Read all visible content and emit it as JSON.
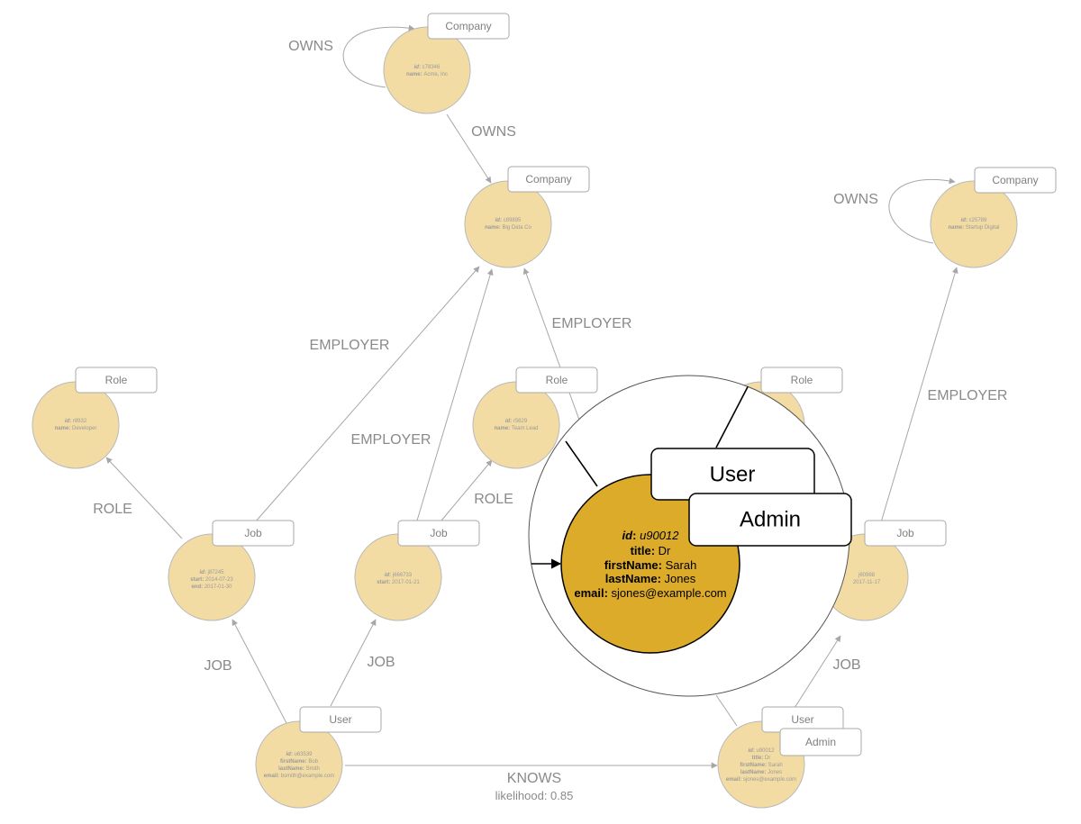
{
  "nodes": {
    "acme": {
      "labels": [
        "Company"
      ],
      "props": [
        {
          "k": "id",
          "v": "c78346",
          "italic": true
        },
        {
          "k": "name",
          "v": "Acme, Inc"
        }
      ]
    },
    "bigdata": {
      "labels": [
        "Company"
      ],
      "props": [
        {
          "k": "id",
          "v": "c89895",
          "italic": true
        },
        {
          "k": "name",
          "v": "Big Data Co"
        }
      ]
    },
    "startup": {
      "labels": [
        "Company"
      ],
      "props": [
        {
          "k": "id",
          "v": "c25789",
          "italic": true
        },
        {
          "k": "name",
          "v": "Startup Digital"
        }
      ]
    },
    "role_dev": {
      "labels": [
        "Role"
      ],
      "props": [
        {
          "k": "id",
          "v": "r8932",
          "italic": true
        },
        {
          "k": "name",
          "v": "Developer"
        }
      ]
    },
    "role_lead": {
      "labels": [
        "Role"
      ],
      "props": [
        {
          "k": "id",
          "v": "r5629",
          "italic": true
        },
        {
          "k": "name",
          "v": "Team Lead"
        }
      ]
    },
    "role_3": {
      "labels": [
        "Role"
      ],
      "props": []
    },
    "job1": {
      "labels": [
        "Job"
      ],
      "props": [
        {
          "k": "id",
          "v": "j87245",
          "italic": true
        },
        {
          "k": "start",
          "v": "2014-07-23"
        },
        {
          "k": "end",
          "v": "2017-01-30"
        }
      ]
    },
    "job2": {
      "labels": [
        "Job"
      ],
      "props": [
        {
          "k": "id",
          "v": "j666733",
          "italic": true
        },
        {
          "k": "start",
          "v": "2017-01-21"
        }
      ]
    },
    "job3": {
      "labels": [
        "Job"
      ],
      "props": [
        {
          "k": "",
          "v": "j60988"
        },
        {
          "k": "",
          "v": "2017-11-17"
        }
      ]
    },
    "bob": {
      "labels": [
        "User"
      ],
      "props": [
        {
          "k": "id",
          "v": "u63539",
          "italic": true
        },
        {
          "k": "firstName",
          "v": "Bob"
        },
        {
          "k": "lastName",
          "v": "Smith"
        },
        {
          "k": "email",
          "v": "bsmith@example.com"
        }
      ]
    },
    "sarah": {
      "labels": [
        "User",
        "Admin"
      ],
      "props": [
        {
          "k": "id",
          "v": "u90012",
          "italic": true
        },
        {
          "k": "title",
          "v": "Dr"
        },
        {
          "k": "firstName",
          "v": "Sarah"
        },
        {
          "k": "lastName",
          "v": "Jones"
        },
        {
          "k": "email",
          "v": "sjones@example.com"
        }
      ]
    }
  },
  "relationships": {
    "owns_acme_self": "OWNS",
    "owns_acme_bigdata": "OWNS",
    "owns_startup_self": "OWNS",
    "employer_job1": "EMPLOYER",
    "employer_job2": "EMPLOYER",
    "employer_job3_bigdata": "EMPLOYER",
    "employer_job3_startup": "EMPLOYER",
    "role_job1": "ROLE",
    "role_job2": "ROLE",
    "job_bob_job1": "JOB",
    "job_bob_job2": "JOB",
    "job_sarah_job3": "JOB",
    "knows": "KNOWS",
    "knows_prop": "likelihood: 0.85"
  },
  "magnifier": {
    "labels": [
      "User",
      "Admin"
    ],
    "props": [
      {
        "k": "id",
        "v": "u90012",
        "italic": true
      },
      {
        "k": "title",
        "v": "Dr"
      },
      {
        "k": "firstName",
        "v": "Sarah"
      },
      {
        "k": "lastName",
        "v": "Jones"
      },
      {
        "k": "email",
        "v": "sjones@example.com"
      }
    ]
  }
}
